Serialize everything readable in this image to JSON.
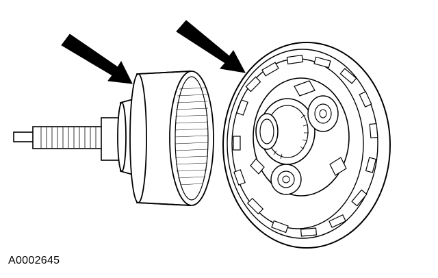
{
  "figure": {
    "caption": "A0002645"
  },
  "colors": {
    "ink": "#000000",
    "paper": "#ffffff"
  },
  "parts": [
    {
      "name": "arrow-indicator-left"
    },
    {
      "name": "arrow-indicator-right"
    },
    {
      "name": "input-shaft"
    },
    {
      "name": "ring-gear-drum"
    },
    {
      "name": "planetary-carrier-assembly"
    }
  ]
}
